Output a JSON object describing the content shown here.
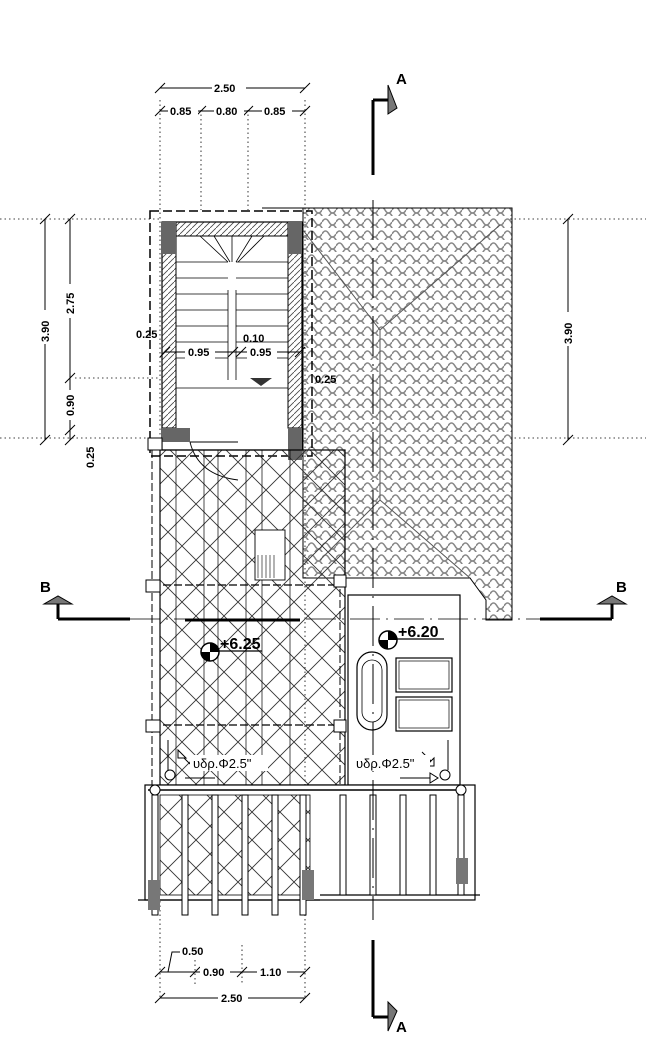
{
  "dimensions": {
    "top_total": "2.50",
    "top_seg_1": "0.85",
    "top_seg_2": "0.80",
    "top_seg_3": "0.85",
    "left_total": "3.90",
    "left_upper": "2.75",
    "left_mid": "0.90",
    "left_low": "0.25",
    "right_total": "3.90",
    "wall_left": "0.25",
    "wall_right": "0.25",
    "stair_left": "0.95",
    "stair_right": "0.95",
    "stair_gap": "0.10",
    "bottom_small": "0.50",
    "bottom_seg_1": "0.90",
    "bottom_seg_2": "1.10",
    "bottom_total": "2.50"
  },
  "section_marks": {
    "a_top": "A",
    "a_bottom": "A",
    "b_left": "B",
    "b_right": "B"
  },
  "levels": {
    "left": "+6.25",
    "right": "+6.20"
  },
  "pipes": {
    "left": "υδρ.Φ2.5\"",
    "right": "υδρ.Φ2.5\""
  }
}
